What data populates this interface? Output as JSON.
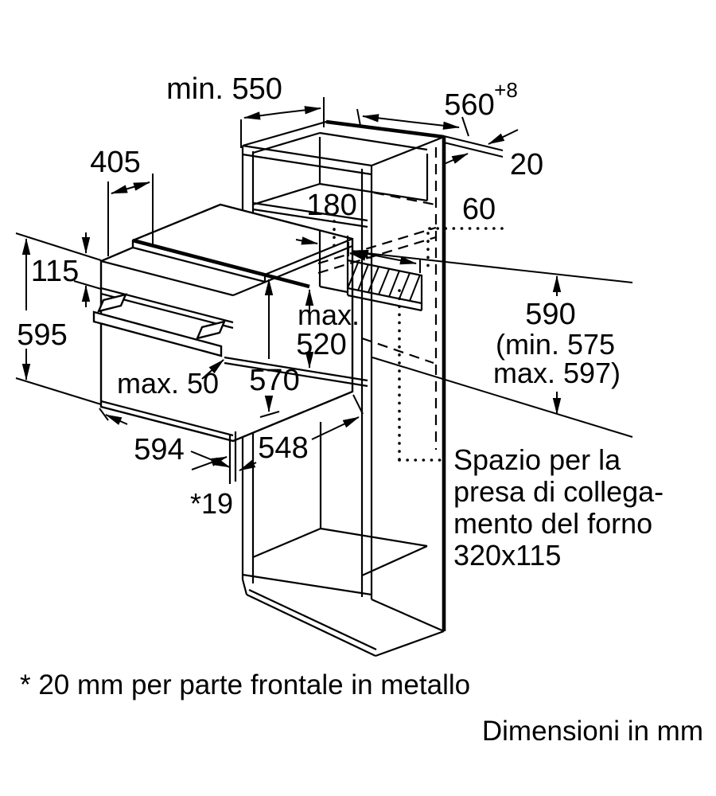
{
  "diagram_title": "oven-installation-niche-diagram",
  "units_note": "Dimensioni in mm",
  "footnote": "* 20 mm per parte frontale in metallo",
  "dims": {
    "niche_depth": "min. 550",
    "niche_width": "560",
    "niche_width_tolerance": "+8",
    "wall_thickness": "20",
    "duct_depth": "180",
    "rear_gap": "60",
    "oven_top_depth": "405",
    "control_panel_height": "115",
    "oven_height": "595",
    "max_recess_line1": "max.",
    "max_recess_line2": "520",
    "body_height": "570",
    "handle_clearance": "max. 50",
    "oven_width": "594",
    "body_depth": "548",
    "door_front": "*19",
    "niche_height_line1": "590",
    "niche_height_line2": "(min. 575",
    "niche_height_line3": "max. 597)"
  },
  "socket_note": {
    "line1": "Spazio per la",
    "line2": "presa di collega-",
    "line3": "mento del forno",
    "line4": "320x115"
  },
  "colors": {
    "line": "#000000",
    "background": "#ffffff"
  }
}
